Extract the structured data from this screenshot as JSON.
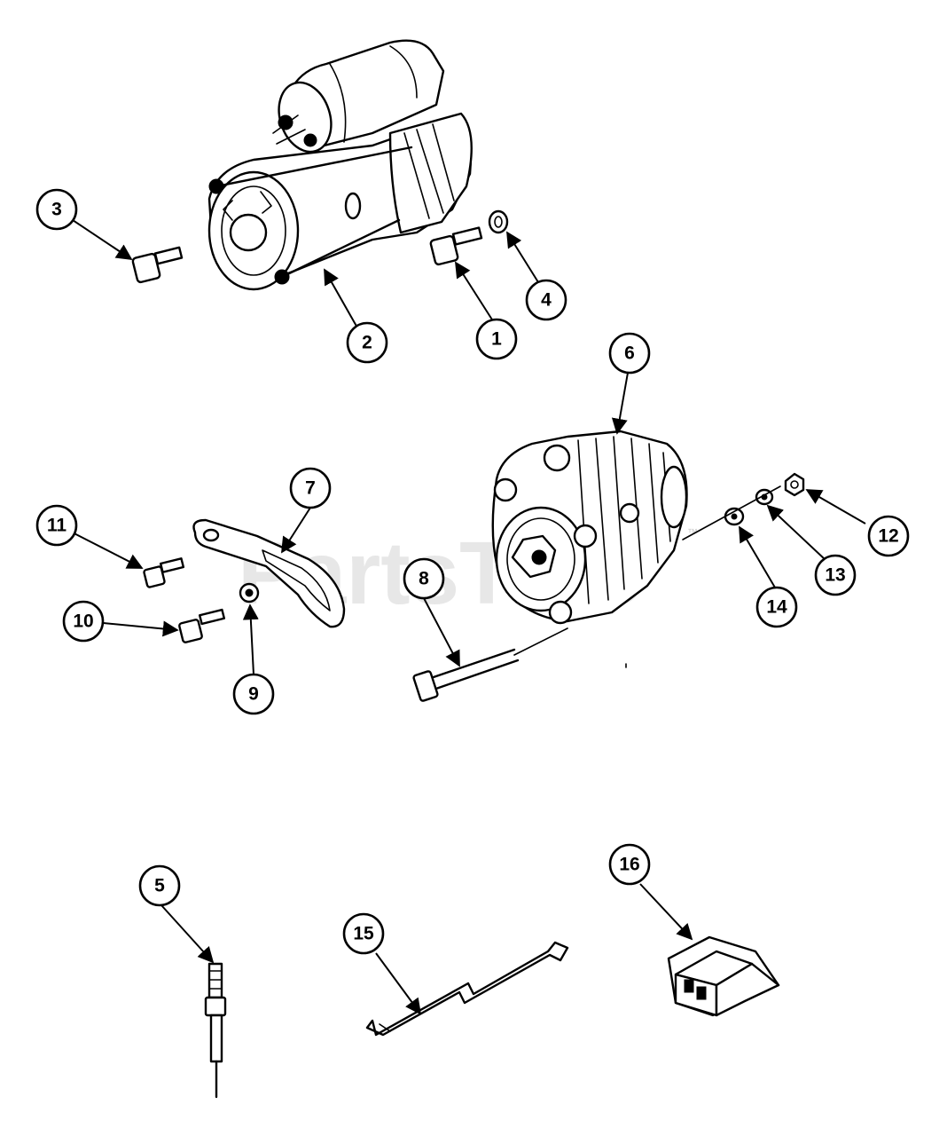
{
  "watermark": {
    "text": "PartsTree",
    "trademark": "™"
  },
  "callouts": [
    {
      "id": "c1",
      "label": "1"
    },
    {
      "id": "c2",
      "label": "2"
    },
    {
      "id": "c3",
      "label": "3"
    },
    {
      "id": "c4",
      "label": "4"
    },
    {
      "id": "c5",
      "label": "5"
    },
    {
      "id": "c6",
      "label": "6"
    },
    {
      "id": "c7",
      "label": "7"
    },
    {
      "id": "c8",
      "label": "8"
    },
    {
      "id": "c9",
      "label": "9"
    },
    {
      "id": "c10",
      "label": "10"
    },
    {
      "id": "c11",
      "label": "11"
    },
    {
      "id": "c12",
      "label": "12"
    },
    {
      "id": "c13",
      "label": "13"
    },
    {
      "id": "c14",
      "label": "14"
    },
    {
      "id": "c15",
      "label": "15"
    },
    {
      "id": "c16",
      "label": "16"
    }
  ]
}
